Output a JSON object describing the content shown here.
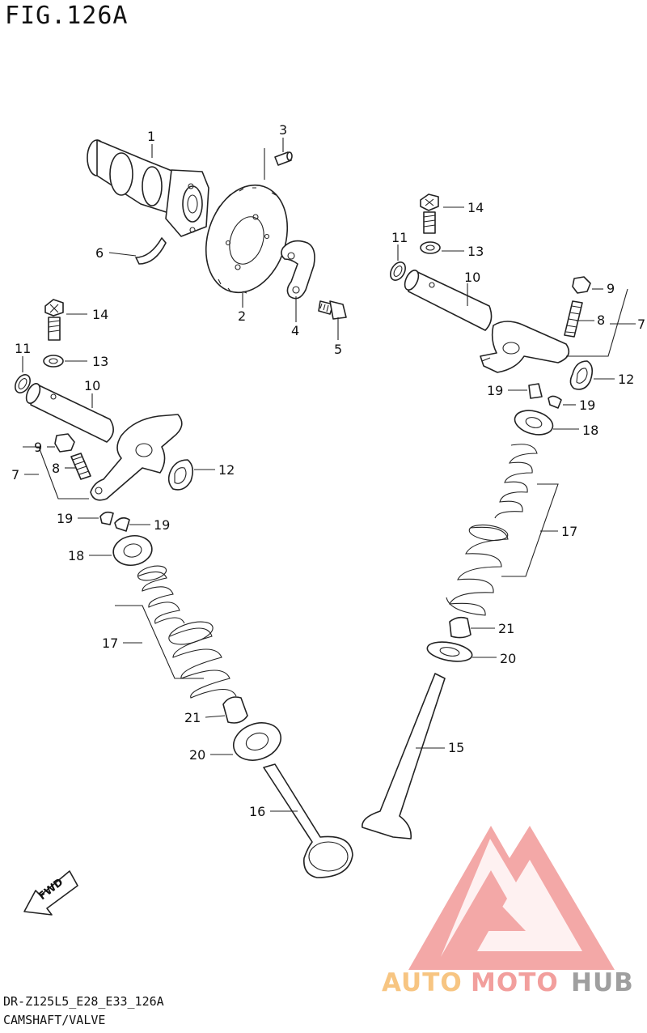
{
  "figure": {
    "title": "FIG.126A",
    "footer_code": "DR-Z125L5_E28_E33_126A",
    "footer_name": "CAMSHAFT/VALVE"
  },
  "callouts": [
    "1",
    "2",
    "3",
    "4",
    "5",
    "6",
    "14",
    "13",
    "11",
    "10",
    "9",
    "8",
    "7",
    "12",
    "19",
    "19",
    "18",
    "17",
    "21",
    "20",
    "15",
    "14",
    "13",
    "11",
    "10",
    "9",
    "8",
    "7",
    "12",
    "19",
    "19",
    "18",
    "17",
    "21",
    "20",
    "16"
  ],
  "fwd_label": "FWD",
  "watermark": {
    "part1": "AUTO",
    "part2": "MOTO",
    "part3": "HUB",
    "colors": {
      "auto": "#f7c27c",
      "moto": "#f29a98",
      "hub": "#9a9a9a",
      "triangle": "#f3a4a3"
    }
  }
}
